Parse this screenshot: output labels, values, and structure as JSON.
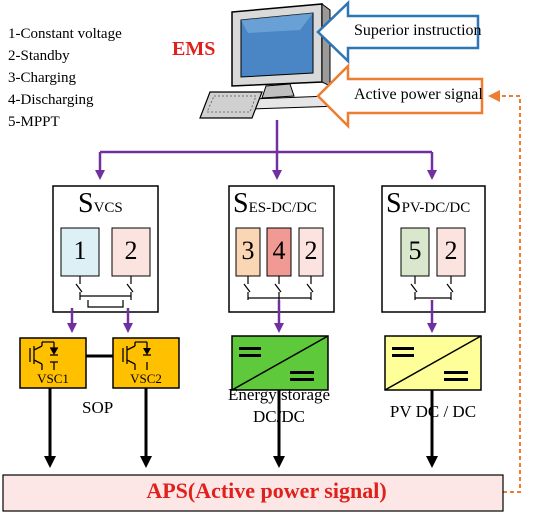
{
  "legend": {
    "items": [
      "1-Constant voltage",
      "2-Standby",
      "3-Charging",
      "4-Discharging",
      "5-MPPT"
    ]
  },
  "ems": {
    "label": "EMS"
  },
  "inputs": {
    "superior": "Superior instruction",
    "active_power": "Active power signal"
  },
  "blocks": {
    "vcs": {
      "s": "S",
      "sub": "VCS",
      "modes": [
        "1",
        "2"
      ]
    },
    "es": {
      "s": "S",
      "sub": "ES-DC/DC",
      "modes": [
        "3",
        "4",
        "2"
      ]
    },
    "pv": {
      "s": "S",
      "sub": "PV-DC/DC",
      "modes": [
        "5",
        "2"
      ]
    }
  },
  "converters": {
    "vsc1": "VSC1",
    "vsc2": "VSC2",
    "sop": "SOP",
    "es_line1": "Energy storage",
    "es_line2": "DC/DC",
    "pv": "PV DC / DC"
  },
  "aps": {
    "label": "APS(Active power signal)"
  },
  "colors": {
    "purple": "#7030a0",
    "orange": "#ed7d31",
    "blue": "#2e75b6",
    "red": "#e0201a",
    "aps_fill": "#fde6e6",
    "vsc_fill": "#ffc000",
    "es_fill": "#5fc93c",
    "pv_fill": "#ffff99",
    "mode_blue": "#ddf0f6",
    "mode_pink": "#fbe3e0",
    "mode_peach": "#fbd6b4",
    "mode_red": "#f09a93",
    "mode_green": "#d9e8cc"
  }
}
